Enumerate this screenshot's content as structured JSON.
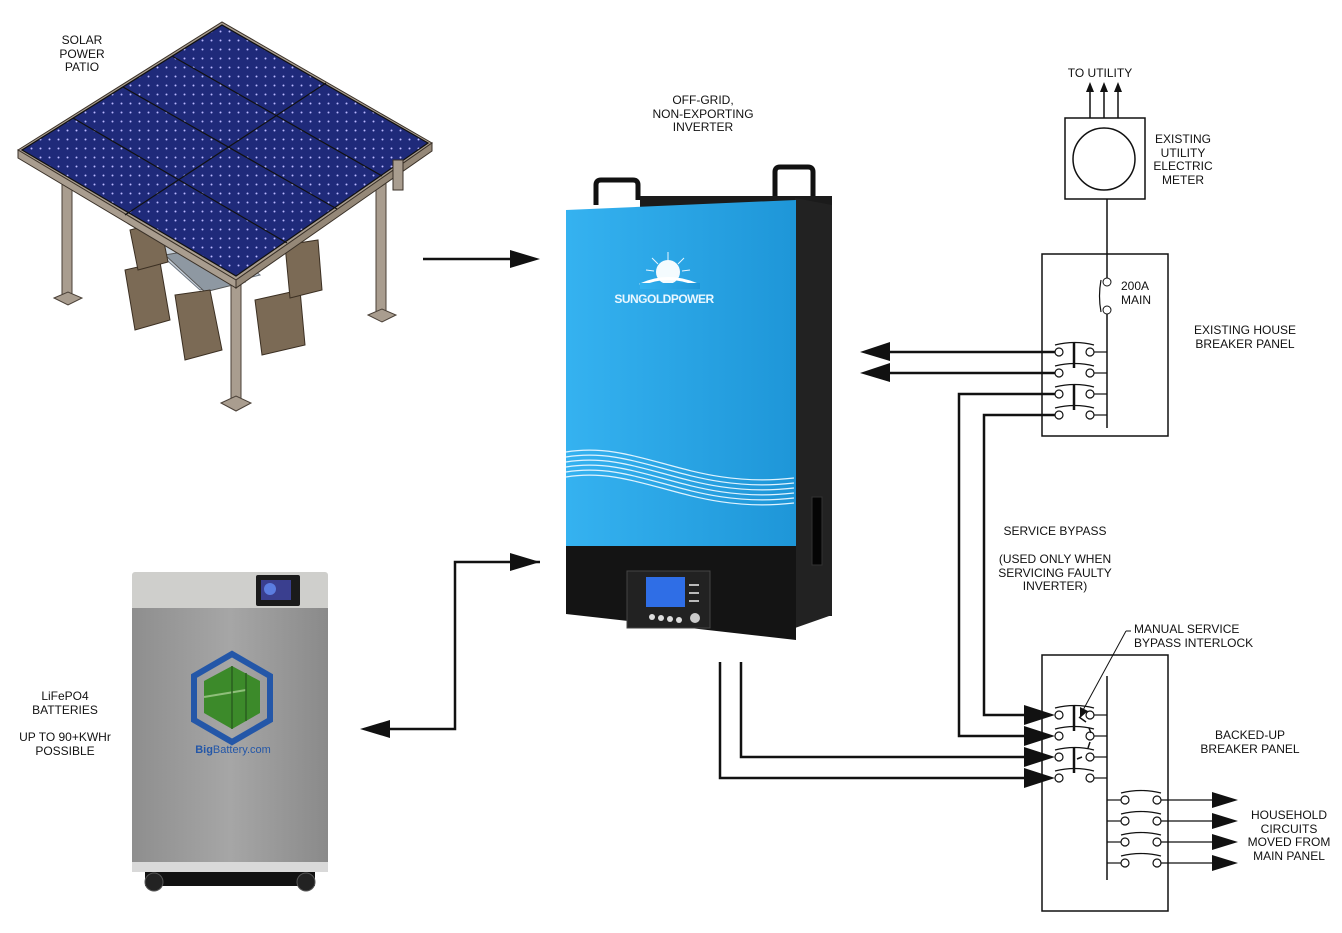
{
  "diagram": {
    "solar": {
      "label": "SOLAR\nPOWER\nPATIO",
      "panel_color": "#1f2a7a",
      "frame_color": "#a79a8c"
    },
    "inverter": {
      "label": "OFF-GRID,\nNON-EXPORTING\nINVERTER",
      "brand": "SUNGOLDPOWER",
      "body_color": "#2aa7e8",
      "base_color": "#1a1a1a"
    },
    "battery": {
      "label_line1": "LiFePO4\nBATTERIES",
      "label_line2": "UP TO 90+KWHr\nPOSSIBLE",
      "brand_big": "Big",
      "brand_rest": "Battery.com",
      "body_color": "#9a9a9a",
      "logo_blue": "#2457a8",
      "logo_green": "#3c8a2a"
    },
    "meter": {
      "label": "EXISTING\nUTILITY\nELECTRIC\nMETER",
      "to_utility": "TO UTILITY"
    },
    "house_panel": {
      "label": "EXISTING HOUSE\nBREAKER PANEL",
      "main_breaker": "200A\nMAIN"
    },
    "bypass": {
      "title": "SERVICE BYPASS",
      "note": "(USED ONLY WHEN\nSERVICING FAULTY\nINVERTER)"
    },
    "interlock": {
      "label": "MANUAL SERVICE\nBYPASS INTERLOCK"
    },
    "backup_panel": {
      "label": "BACKED-UP\nBREAKER PANEL"
    },
    "household": {
      "label": "HOUSEHOLD\nCIRCUITS\nMOVED FROM\nMAIN PANEL"
    }
  }
}
